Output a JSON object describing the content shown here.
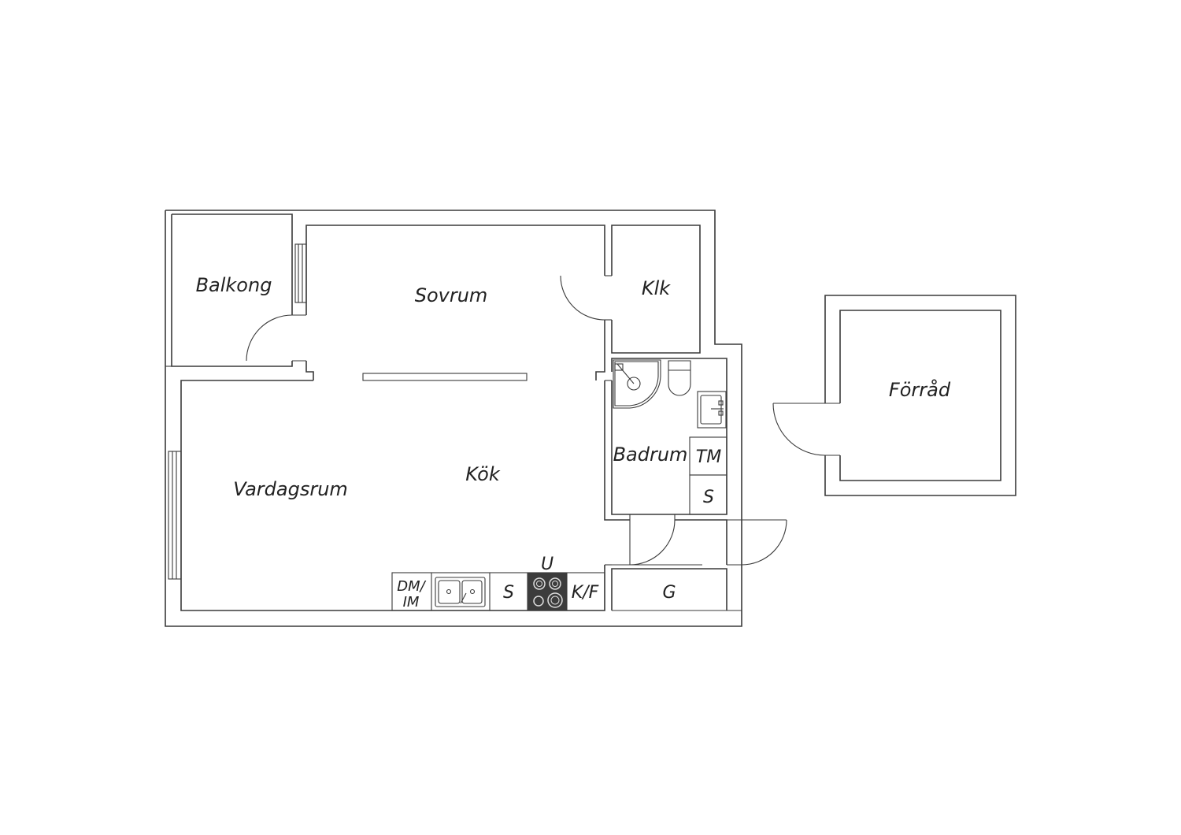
{
  "rooms": {
    "balkong": "Balkong",
    "sovrum": "Sovrum",
    "klk": "Klk",
    "vardagsrum": "Vardagsrum",
    "kok": "Kök",
    "badrum": "Badrum",
    "forrad": "Förråd"
  },
  "fixtures": {
    "tm": "TM",
    "s_bath": "S",
    "u": "U",
    "dm": "DM/",
    "im": "IM",
    "s_kitchen": "S",
    "kf": "K/F",
    "g": "G"
  },
  "colors": {
    "line": "#3a3a3a",
    "stove": "#3c3c3c",
    "background": "#ffffff"
  }
}
